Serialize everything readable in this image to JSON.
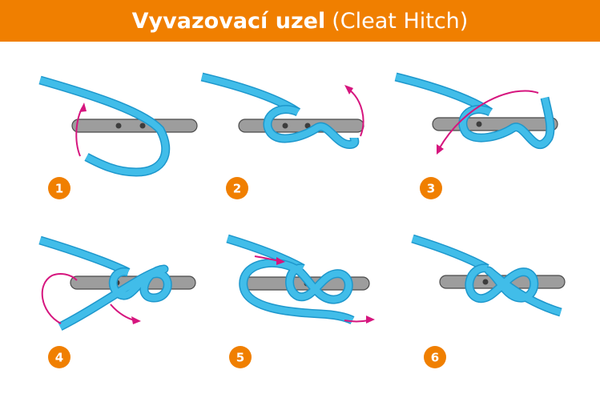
{
  "title": {
    "czech": "Vyvazovací uzel",
    "english": "(Cleat Hitch)"
  },
  "colors": {
    "header": "#f07f00",
    "rope": "#41bde9",
    "rope_outline": "#1d97cc",
    "cleat": "#9d9d9d",
    "arrow": "#d6157e"
  },
  "steps": [
    {
      "number": "1"
    },
    {
      "number": "2"
    },
    {
      "number": "3"
    },
    {
      "number": "4"
    },
    {
      "number": "5"
    },
    {
      "number": "6"
    }
  ]
}
